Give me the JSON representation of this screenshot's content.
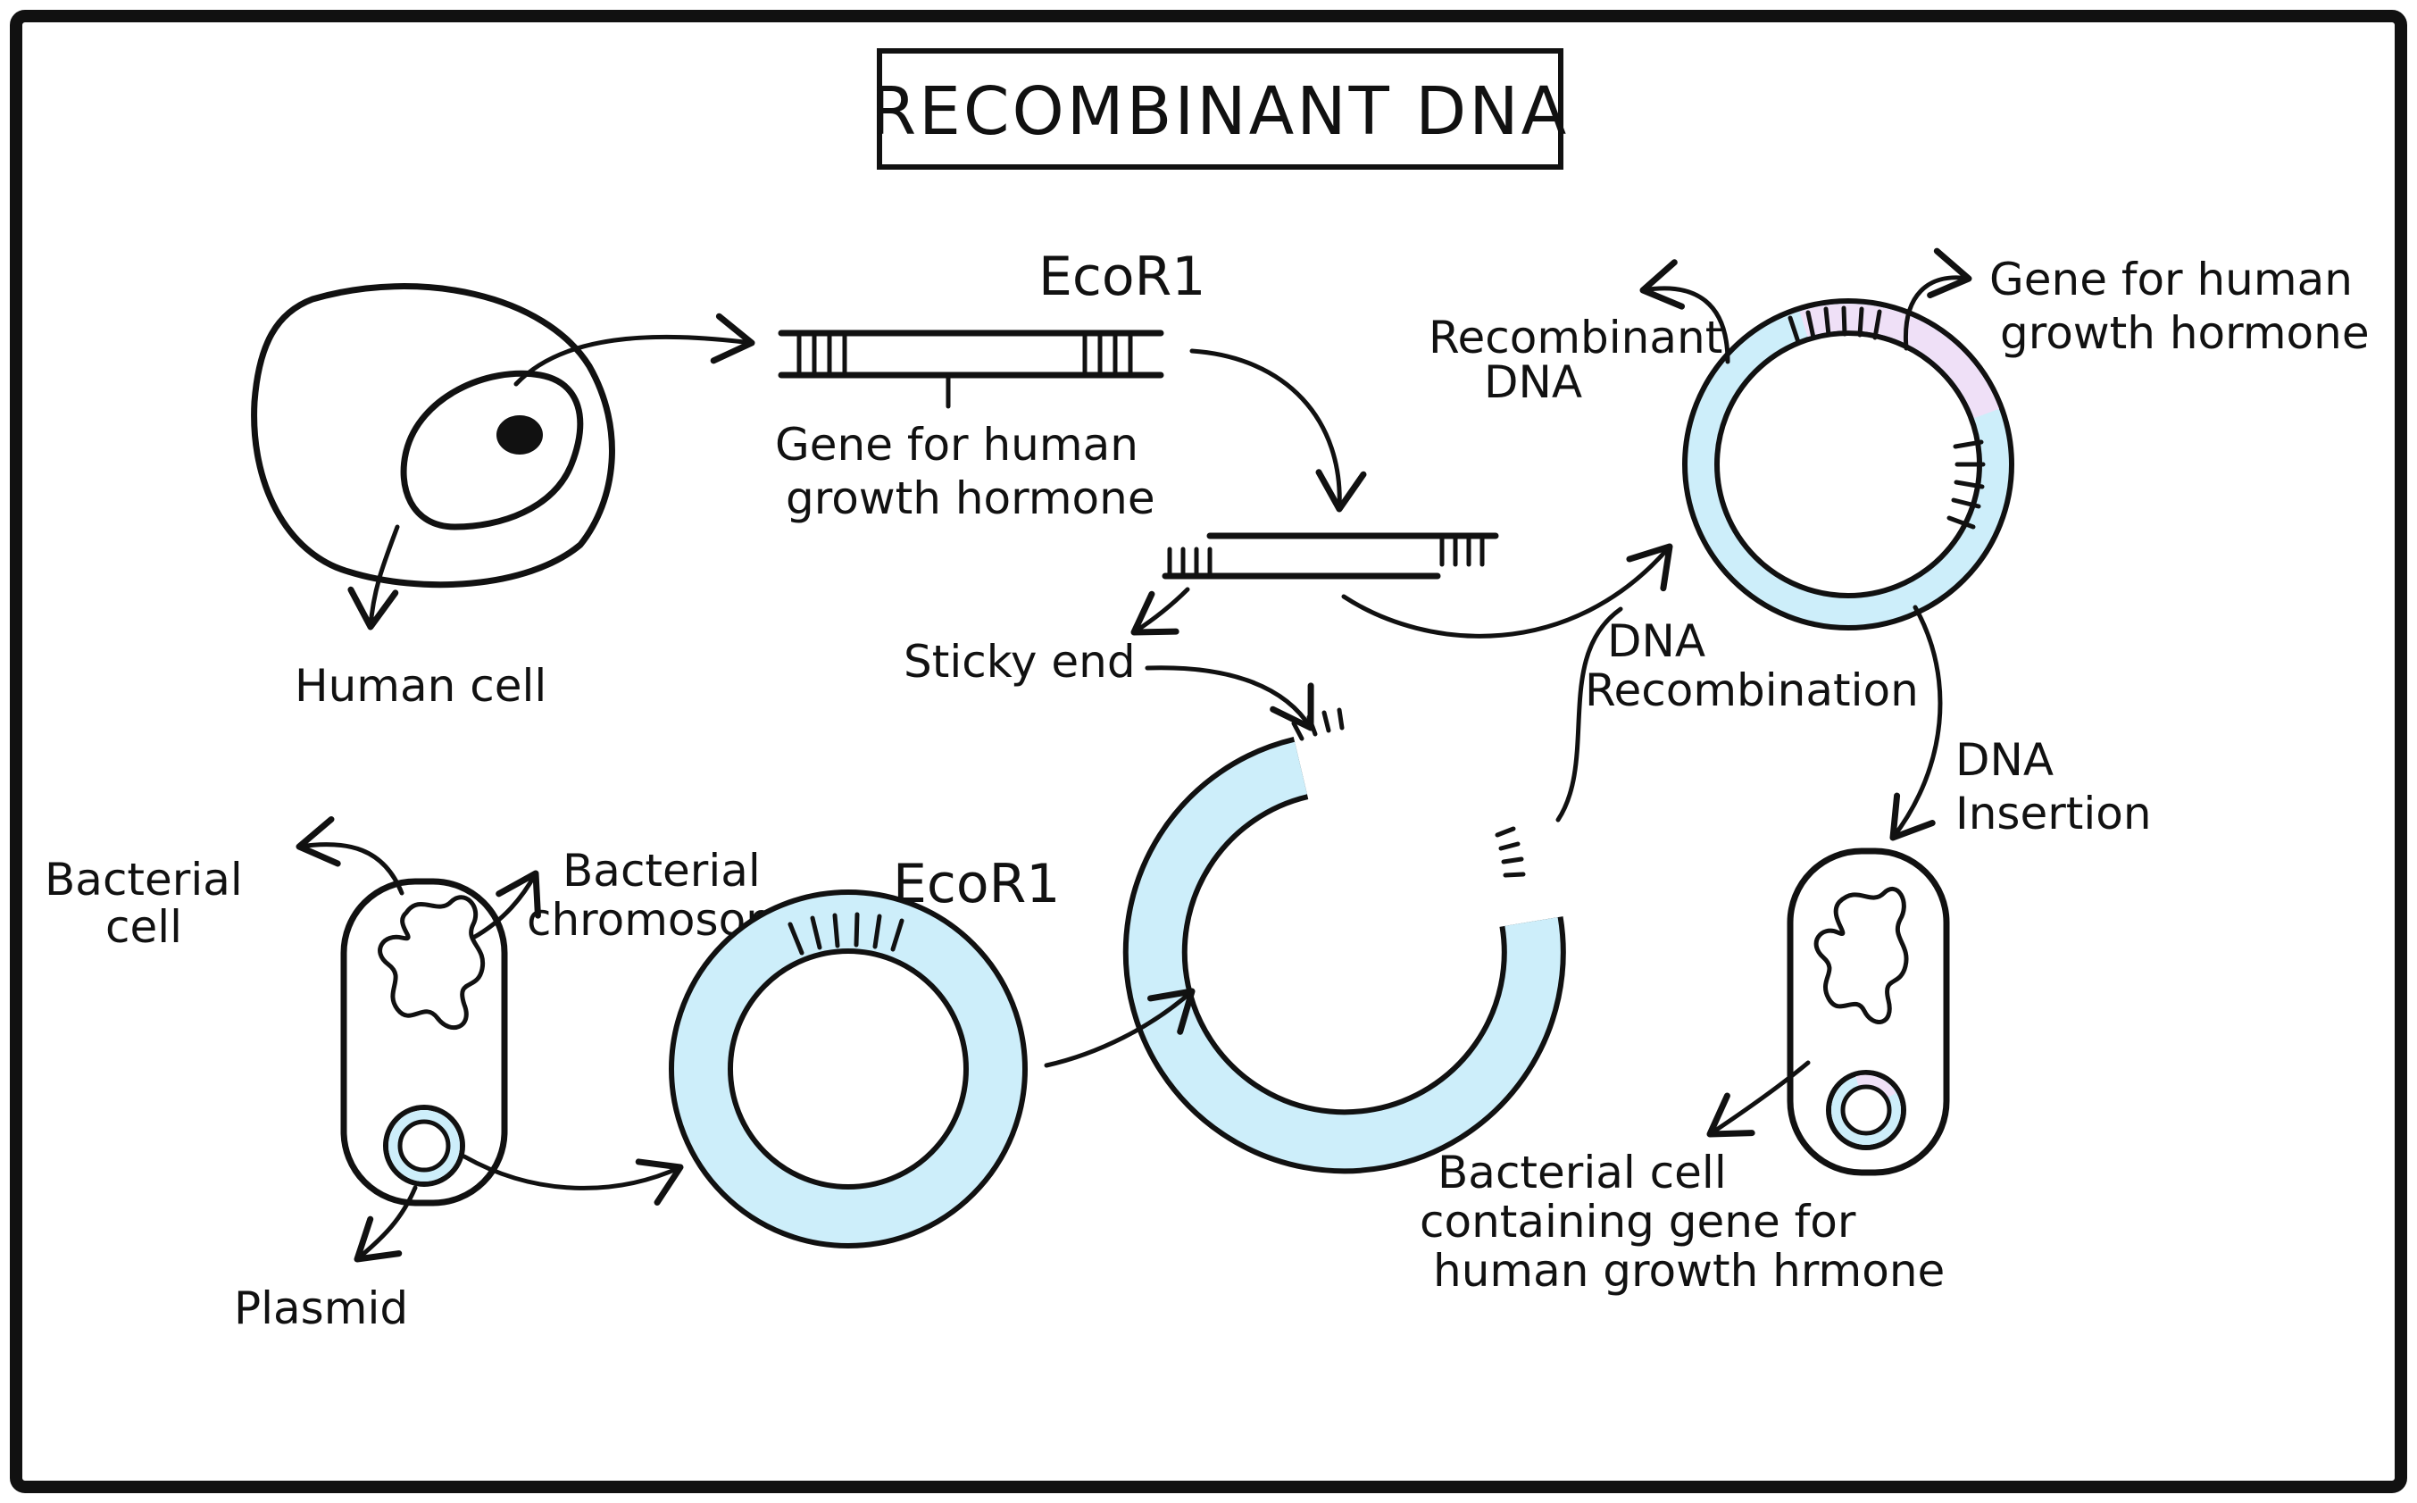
{
  "title": "RECOMBINANT DNA",
  "labels": {
    "human_cell": "Human cell",
    "ecori_top": "EcoR1",
    "gene_top_line1": "Gene for human",
    "gene_top_line2": "growth hormone",
    "sticky_end": "Sticky end",
    "recombinant_dna_line1": "Recombinant",
    "recombinant_dna_line2": "DNA",
    "gene_right_line1": "Gene for human",
    "gene_right_line2": "growth hormone",
    "dna_recombination_line1": "DNA",
    "dna_recombination_line2": "Recombination",
    "dna_insertion_line1": "DNA",
    "dna_insertion_line2": "Insertion",
    "bacterial_cell_line1": "Bacterial",
    "bacterial_cell_line2": "cell",
    "bacterial_chromosome_line1": "Bacterial",
    "bacterial_chromosome_line2": "chromosome",
    "ecori_bottom": "EcoR1",
    "plasmid": "Plasmid",
    "result_line1": "Bacterial cell",
    "result_line2": "containing gene for",
    "result_line3": "human growth hrmone"
  },
  "colors": {
    "plasmid": "#cdeefa",
    "gene": "#efe0f7",
    "ink": "#111111",
    "background": "#ffffff"
  }
}
